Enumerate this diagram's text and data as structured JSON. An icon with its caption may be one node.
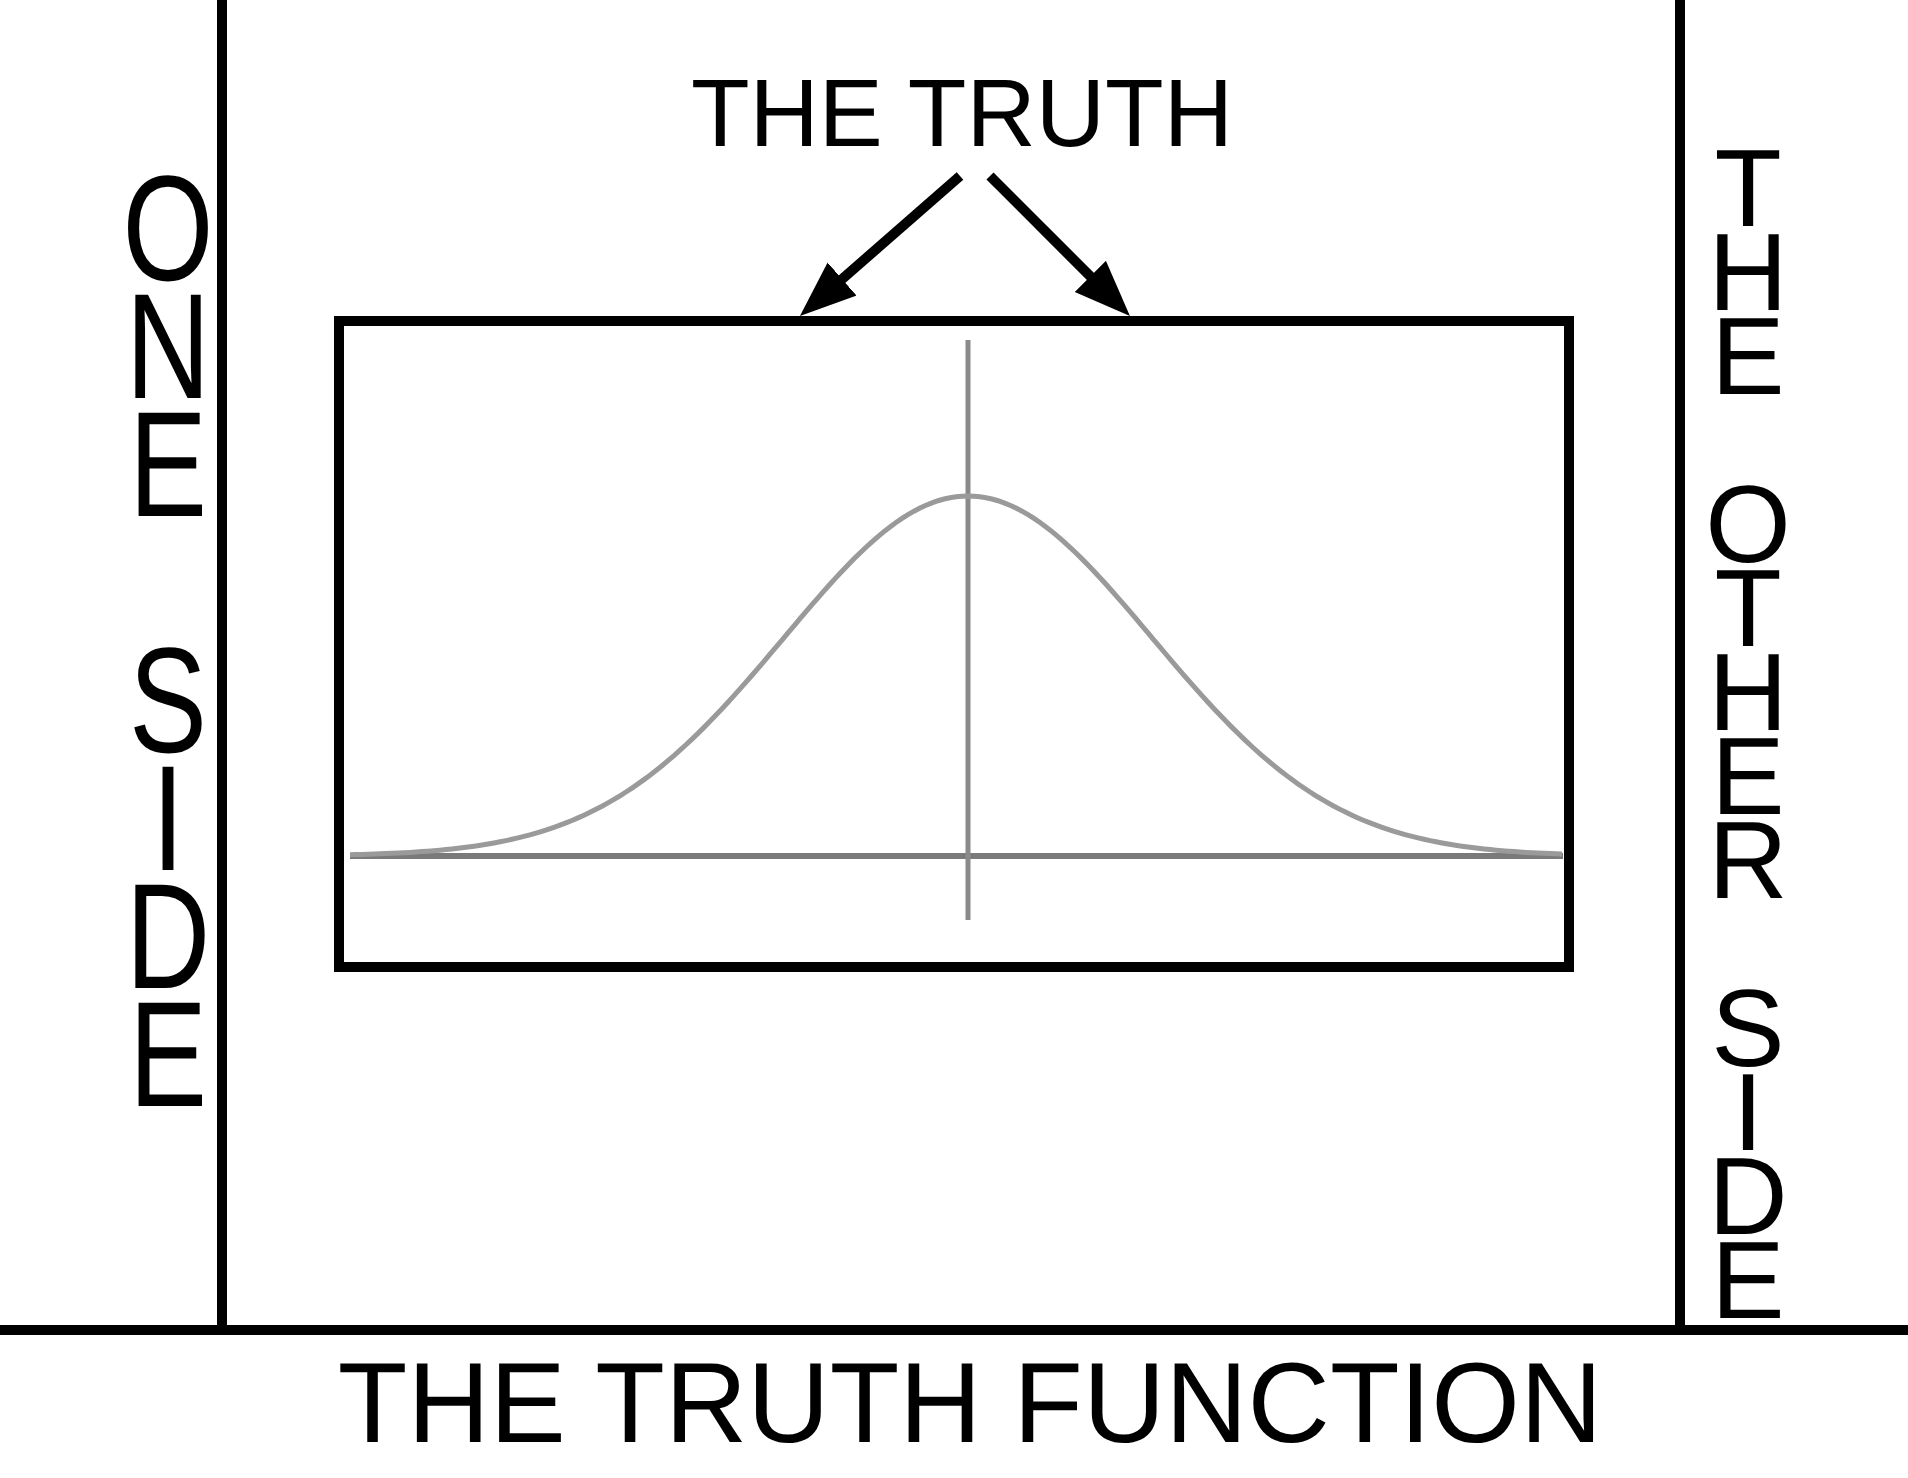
{
  "diagram": {
    "caption": "THE TRUTH FUNCTION",
    "nodes": [
      {
        "text": [
          "THE TRUTH"
        ]
      },
      {
        "text": [],
        "shape": "picture"
      }
    ],
    "edges": [
      {
        "from": 0,
        "to": 1,
        "arrow": "to"
      },
      {
        "from": 0,
        "to": 1,
        "arrow": "to"
      }
    ],
    "labels": [
      "ONE SIDE",
      "THE OTHER SIDE"
    ]
  }
}
